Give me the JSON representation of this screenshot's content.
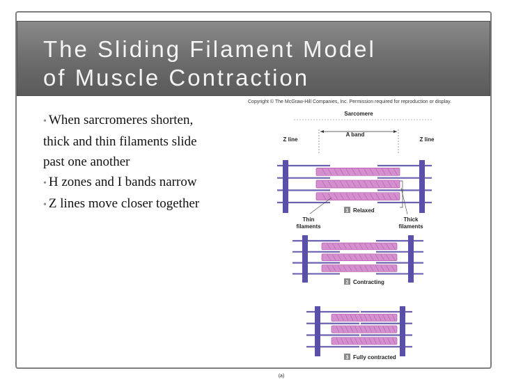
{
  "slide": {
    "title": "The Sliding Filament Model\nof Muscle Contraction",
    "copyright": "Copyright © The McGraw-Hill Companies, Inc. Permission required for reproduction or display.",
    "bullets": [
      "When sarcromeres shorten, thick and thin filaments slide past one another",
      "H zones and I bands narrow",
      "Z lines move closer together"
    ]
  },
  "diagram": {
    "labels": {
      "sarcomere": "Sarcomere",
      "a_band": "A band",
      "z_line_left": "Z line",
      "z_line_right": "Z line",
      "thin_filaments": "Thin\nfilaments",
      "thick_filaments": "Thick\nfilaments",
      "part_label": "(a)"
    },
    "stages": [
      {
        "number": "1",
        "label": "Relaxed"
      },
      {
        "number": "2",
        "label": "Contracting"
      },
      {
        "number": "3",
        "label": "Fully contracted"
      }
    ],
    "colors": {
      "z_line": "#5a50a8",
      "thin_filament": "#6a62b0",
      "thick_filament": "#d48fcf",
      "thick_filament_dark": "#b55aa9",
      "number_badge": "#8a8a8a"
    }
  }
}
